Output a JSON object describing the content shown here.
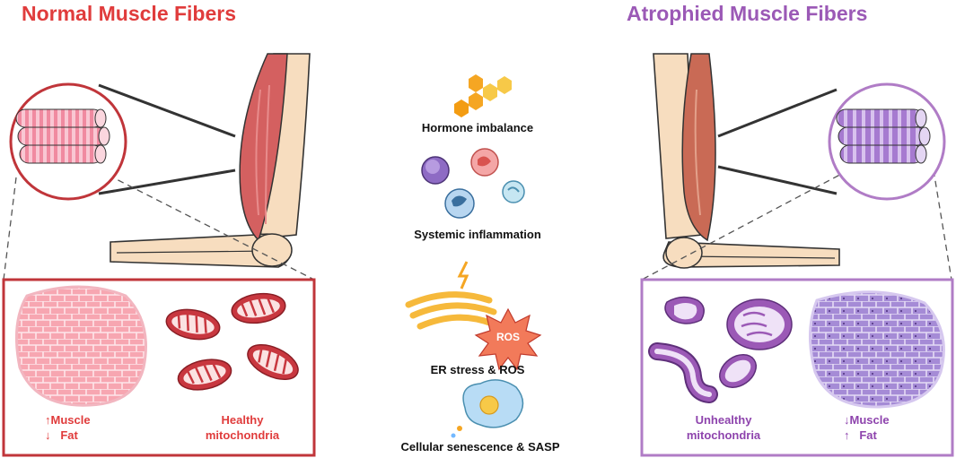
{
  "titles": {
    "normal": "Normal Muscle Fibers",
    "atrophied": "Atrophied Muscle Fibers"
  },
  "factors": [
    {
      "label": "Hormone imbalance",
      "icon": "hormone-molecule-icon"
    },
    {
      "label": "Systemic inflammation",
      "icon": "immune-cells-icon"
    },
    {
      "label": "ER stress & ROS",
      "icon": "er-ros-icon"
    },
    {
      "label": "Cellular senescence & SASP",
      "icon": "senescent-cell-icon"
    }
  ],
  "ros_badge": "ROS",
  "normal_panel": {
    "muscle": "↑Muscle",
    "fat": "↓   Fat",
    "mito_line1": "Healthy",
    "mito_line2": "mitochondria"
  },
  "atrophied_panel": {
    "mito_line1": "Unhealthy",
    "mito_line2": "mitochondria",
    "muscle": "↓Muscle",
    "fat": "↑   Fat"
  },
  "colors": {
    "normal_accent": "#e03c3c",
    "atrophied_accent": "#9b59b6",
    "normal_frame": "#c0353a",
    "atrophied_frame": "#b07cc6",
    "bone": "#f7ddbf",
    "muscle": "#d46060"
  }
}
